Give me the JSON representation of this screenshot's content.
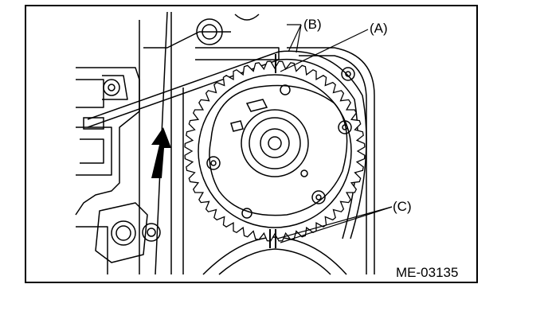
{
  "figure": {
    "code": "ME-03135",
    "callouts": {
      "a": "(A)",
      "b": "(B)",
      "c": "(C)"
    }
  },
  "colors": {
    "line": "#000000",
    "background": "#ffffff"
  },
  "icons": {
    "rotation_arrow": "rotation-direction-arrow-icon"
  }
}
